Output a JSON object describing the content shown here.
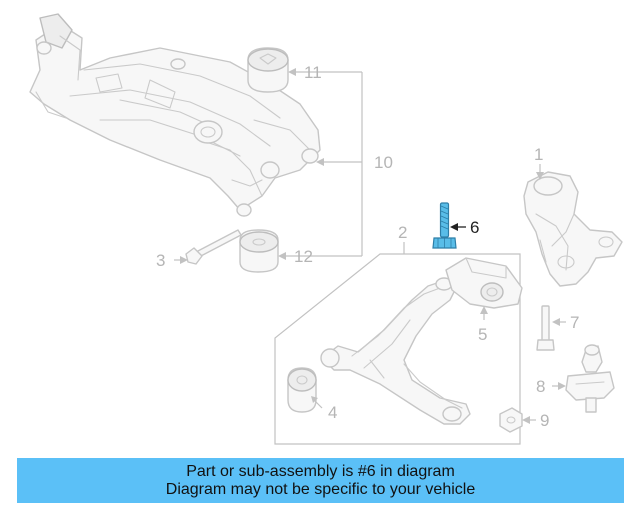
{
  "callouts": {
    "c1": "1",
    "c2": "2",
    "c3": "3",
    "c4": "4",
    "c5": "5",
    "c6": "6",
    "c7": "7",
    "c8": "8",
    "c9": "9",
    "c10": "10",
    "c11": "11",
    "c12": "12"
  },
  "highlight_part": "6",
  "colors": {
    "highlight_part": "#59bde8",
    "caption_background": "#5bc0f7",
    "line_art": "#c6c6c6"
  },
  "caption": {
    "line1": "Part or sub-assembly is #6 in diagram",
    "line2": "Diagram may not be specific to your vehicle"
  }
}
